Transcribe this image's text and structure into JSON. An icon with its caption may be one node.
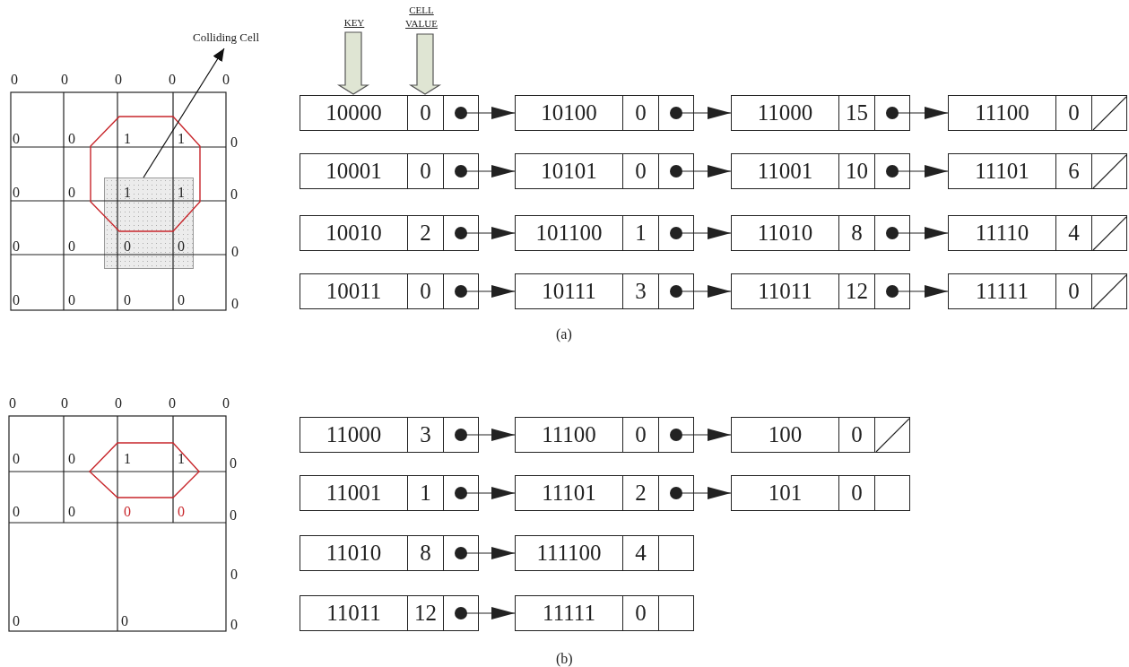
{
  "diagram": {
    "nodes": [
      {
        "text": [
          "KEY"
        ]
      },
      {
        "text": [
          "CELL VALUE"
        ]
      },
      {
        "text": [
          "Colliding Cell"
        ]
      },
      {
        "text": [],
        "shape": "box"
      },
      {
        "text": [
          "10000",
          "0"
        ]
      },
      {
        "text": [
          "10100",
          "0"
        ]
      },
      {
        "text": [
          "11000",
          "15"
        ]
      },
      {
        "text": [
          "11100",
          "0"
        ]
      },
      {
        "text": [
          "10001",
          "0"
        ]
      },
      {
        "text": [
          "10101",
          "0"
        ]
      },
      {
        "text": [
          "11001",
          "10"
        ]
      },
      {
        "text": [
          "11101",
          "6"
        ]
      },
      {
        "text": [
          "10010",
          "2"
        ]
      },
      {
        "text": [
          "101100",
          "1"
        ]
      },
      {
        "text": [
          "11010",
          "8"
        ]
      },
      {
        "text": [
          "11110",
          "4"
        ]
      },
      {
        "text": [
          "10011",
          "0"
        ]
      },
      {
        "text": [
          "10111",
          "3"
        ]
      },
      {
        "text": [
          "11011",
          "12"
        ]
      },
      {
        "text": [
          "11111",
          "0"
        ]
      },
      {
        "text": [
          "11000",
          "3"
        ]
      },
      {
        "text": [
          "11100",
          "0"
        ]
      },
      {
        "text": [
          "100",
          "0"
        ]
      },
      {
        "text": [
          "11001",
          "1"
        ]
      },
      {
        "text": [
          "11101",
          "2"
        ]
      },
      {
        "text": [
          "101",
          "0"
        ]
      },
      {
        "text": [
          "11010",
          "8"
        ]
      },
      {
        "text": [
          "111100",
          "4"
        ]
      },
      {
        "text": [
          "11011",
          "12"
        ]
      },
      {
        "text": [
          "11111",
          "0"
        ]
      }
    ],
    "edges": [
      {
        "from": 0,
        "to": 4,
        "arrow": "to"
      },
      {
        "from": 1,
        "to": 4,
        "arrow": "to"
      },
      {
        "from": 3,
        "to": 2,
        "arrow": "to"
      },
      {
        "from": 4,
        "to": 5,
        "arrow": "to"
      },
      {
        "from": 5,
        "to": 6,
        "arrow": "to"
      },
      {
        "from": 6,
        "to": 7,
        "arrow": "to"
      },
      {
        "from": 8,
        "to": 9,
        "arrow": "to"
      },
      {
        "from": 9,
        "to": 10,
        "arrow": "to"
      },
      {
        "from": 10,
        "to": 11,
        "arrow": "to"
      },
      {
        "from": 12,
        "to": 13,
        "arrow": "to"
      },
      {
        "from": 13,
        "to": 14,
        "arrow": "to"
      },
      {
        "from": 14,
        "to": 15,
        "arrow": "to"
      },
      {
        "from": 16,
        "to": 17,
        "arrow": "to"
      },
      {
        "from": 17,
        "to": 18,
        "arrow": "to"
      },
      {
        "from": 18,
        "to": 19,
        "arrow": "to"
      },
      {
        "from": 20,
        "to": 21,
        "arrow": "to"
      },
      {
        "from": 21,
        "to": 22,
        "arrow": "to"
      },
      {
        "from": 23,
        "to": 24,
        "arrow": "to"
      },
      {
        "from": 24,
        "to": 25,
        "arrow": "to"
      },
      {
        "from": 26,
        "to": 27,
        "arrow": "to"
      },
      {
        "from": 28,
        "to": 29,
        "arrow": "to"
      }
    ],
    "labels": [
      "0",
      "0",
      "0",
      "0",
      "0",
      "0",
      "0",
      "1",
      "1",
      "0",
      "0",
      "0",
      "1",
      "1",
      "0",
      "0",
      "0",
      "0",
      "0",
      "0",
      "0",
      "0",
      "0",
      "0",
      "0",
      "(a)",
      "0",
      "0",
      "0",
      "0",
      "0",
      "0",
      "0",
      "1",
      "1",
      "0",
      "0",
      "0",
      "0",
      "0",
      "0",
      "0",
      "0",
      "0",
      "0",
      "(b)"
    ]
  }
}
